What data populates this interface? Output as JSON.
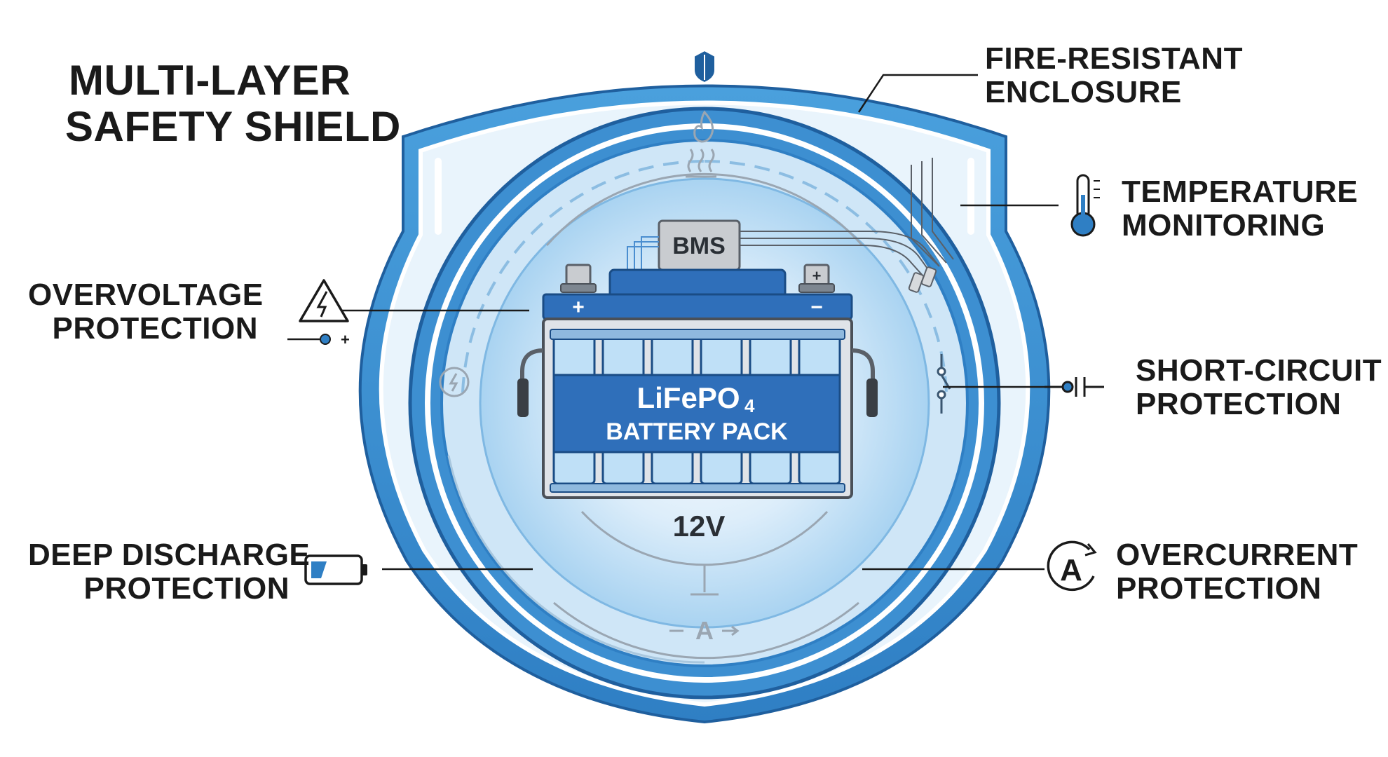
{
  "title": {
    "line1": "MULTI-LAYER",
    "line2": "SAFETY SHIELD"
  },
  "battery": {
    "bms_label": "BMS",
    "chemistry": "LiFePO",
    "chemistry_sub": "4",
    "pack_label": "BATTERY PACK",
    "voltage": "12V",
    "plus": "+",
    "minus": "−"
  },
  "callouts": {
    "fire": {
      "line1": "FIRE-RESISTANT",
      "line2": "ENCLOSURE",
      "icon": "shield-icon"
    },
    "temperature": {
      "line1": "TEMPERATURE",
      "line2": "MONITORING",
      "icon": "thermometer-icon"
    },
    "overvoltage": {
      "line1": "OVERVOLTAGE",
      "line2": "PROTECTION",
      "icon": "high-voltage-warning-icon"
    },
    "short_circuit": {
      "line1": "SHORT-CIRCUIT",
      "line2": "PROTECTION",
      "icon": "capacitor-switch-icon"
    },
    "deep_discharge": {
      "line1": "DEEP DISCHARGE",
      "line2": "PROTECTION",
      "icon": "low-battery-icon"
    },
    "overcurrent": {
      "line1": "OVERCURRENT",
      "line2": "PROTECTION",
      "icon": "ammeter-icon"
    }
  },
  "ring_symbols": {
    "bottom": "A"
  },
  "colors": {
    "shield_blue": "#3d8fd1",
    "shield_light": "#bfe0f7",
    "battery_blue": "#2f6fba",
    "ink": "#1a1a1a"
  }
}
